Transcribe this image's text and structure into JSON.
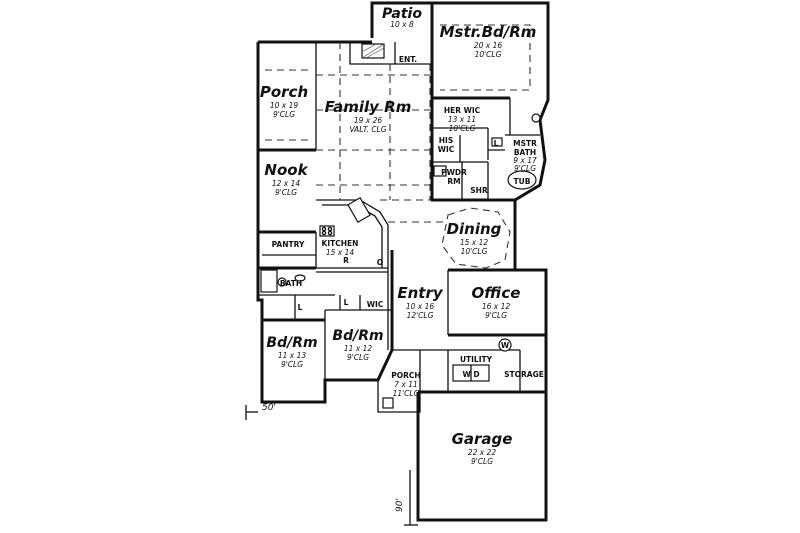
{
  "rooms": {
    "patio": {
      "name": "Patio",
      "dims": "10 x 8"
    },
    "master": {
      "name": "Mstr.Bd/Rm",
      "dims": "20 x 16",
      "clg": "10'CLG"
    },
    "porch_w": {
      "name": "Porch",
      "dims": "10 x 19",
      "clg": "9'CLG"
    },
    "family": {
      "name": "Family Rm",
      "dims": "19 x 26",
      "clg": "VALT. CLG"
    },
    "nook": {
      "name": "Nook",
      "dims": "12 x 14",
      "clg": "9'CLG"
    },
    "her_wic": {
      "name": "HER WIC",
      "dims": "13 x 11",
      "clg": "10'CLG"
    },
    "his_wic": {
      "name": "HIS",
      "name2": "WIC"
    },
    "mstr_bath": {
      "name": "MSTR",
      "name2": "BATH",
      "dims": "9 x 17",
      "clg": "9'CLG"
    },
    "pwdr": {
      "name": "PWDR",
      "name2": "RM"
    },
    "kitchen": {
      "name": "KITCHEN",
      "dims": "15 x 14"
    },
    "dining": {
      "name": "Dining",
      "dims": "15 x 12",
      "clg": "10'CLG"
    },
    "entry": {
      "name": "Entry",
      "dims": "10 x 16",
      "clg": "12'CLG"
    },
    "office": {
      "name": "Office",
      "dims": "16 x 12",
      "clg": "9'CLG"
    },
    "bed2": {
      "name": "Bd/Rm",
      "dims": "11 x 13",
      "clg": "9'CLG"
    },
    "bed3": {
      "name": "Bd/Rm",
      "dims": "11 x 12",
      "clg": "9'CLG"
    },
    "porch_f": {
      "name": "PORCH",
      "dims": "7 x 11",
      "clg": "11'CLG"
    },
    "garage": {
      "name": "Garage",
      "dims": "22 x 22",
      "clg": "9'CLG"
    }
  },
  "labels": {
    "ent": "ENT.",
    "pantry": "PANTRY",
    "bath": "BATH",
    "utility": "UTILITY",
    "storage": "STORAGE",
    "shr": "SHR",
    "tub": "TUB",
    "wic": "WIC",
    "l": "L",
    "r": "R",
    "o": "O",
    "w": "W",
    "d": "D",
    "wd": "W D",
    "lr": "L"
  },
  "dimensions": {
    "width": "50'",
    "depth": "90'"
  }
}
